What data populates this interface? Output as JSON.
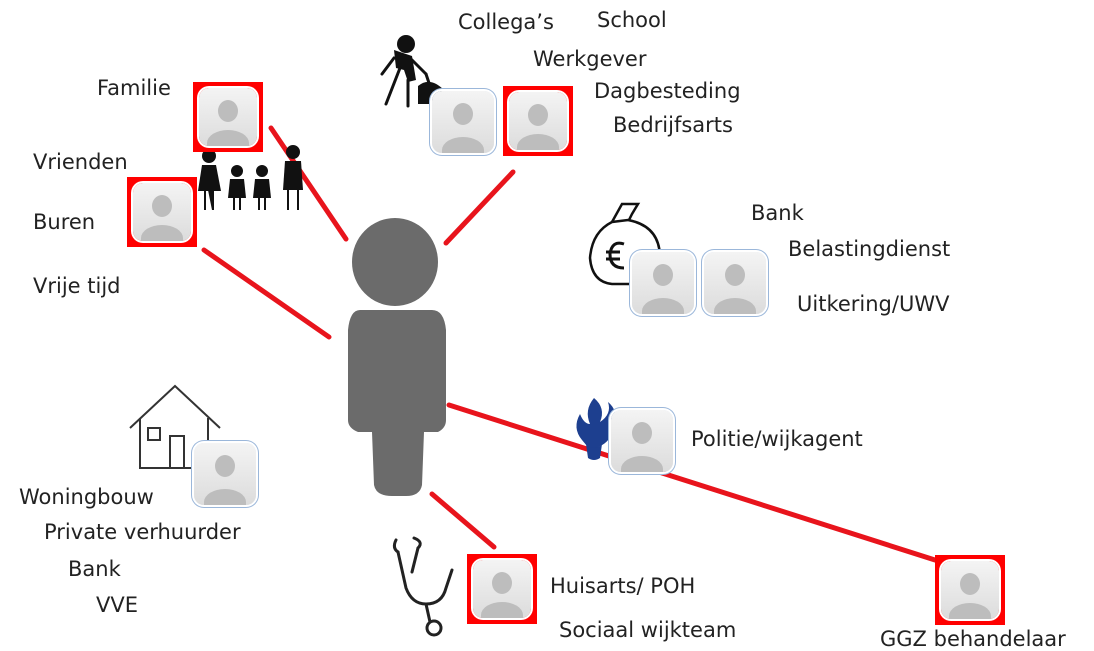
{
  "colors": {
    "connector": "#e8141c",
    "person": "#6b6b6b",
    "avatar_frame_red": "#ff0000",
    "avatar_frame_blue": "#9bb7da",
    "police_blue": "#1d3f8f"
  },
  "labels": {
    "familie": "Familie",
    "vrienden": "Vrienden",
    "buren": "Buren",
    "vrije_tijd": "Vrije tijd",
    "collegas": "Collega’s",
    "school": "School",
    "werkgever": "Werkgever",
    "dagbesteding": "Dagbesteding",
    "bedrijfsarts": "Bedrijfsarts",
    "bank_finance": "Bank",
    "belastingdienst": "Belastingdienst",
    "uitkering": "Uitkering/UWV",
    "politie": "Politie/wijkagent",
    "woningbouw": "Woningbouw",
    "private_verhuurder": "Private verhuurder",
    "bank_housing": "Bank",
    "vve": "VVE",
    "huisarts": "Huisarts/ POH",
    "sociaal_wijkteam": "Sociaal wijkteam",
    "ggz": "GGZ behandelaar"
  },
  "icons": [
    "central-person-icon",
    "family-icon",
    "worker-icon",
    "money-bag-icon",
    "police-logo-icon",
    "house-icon",
    "stethoscope-icon",
    "avatar-icon"
  ]
}
